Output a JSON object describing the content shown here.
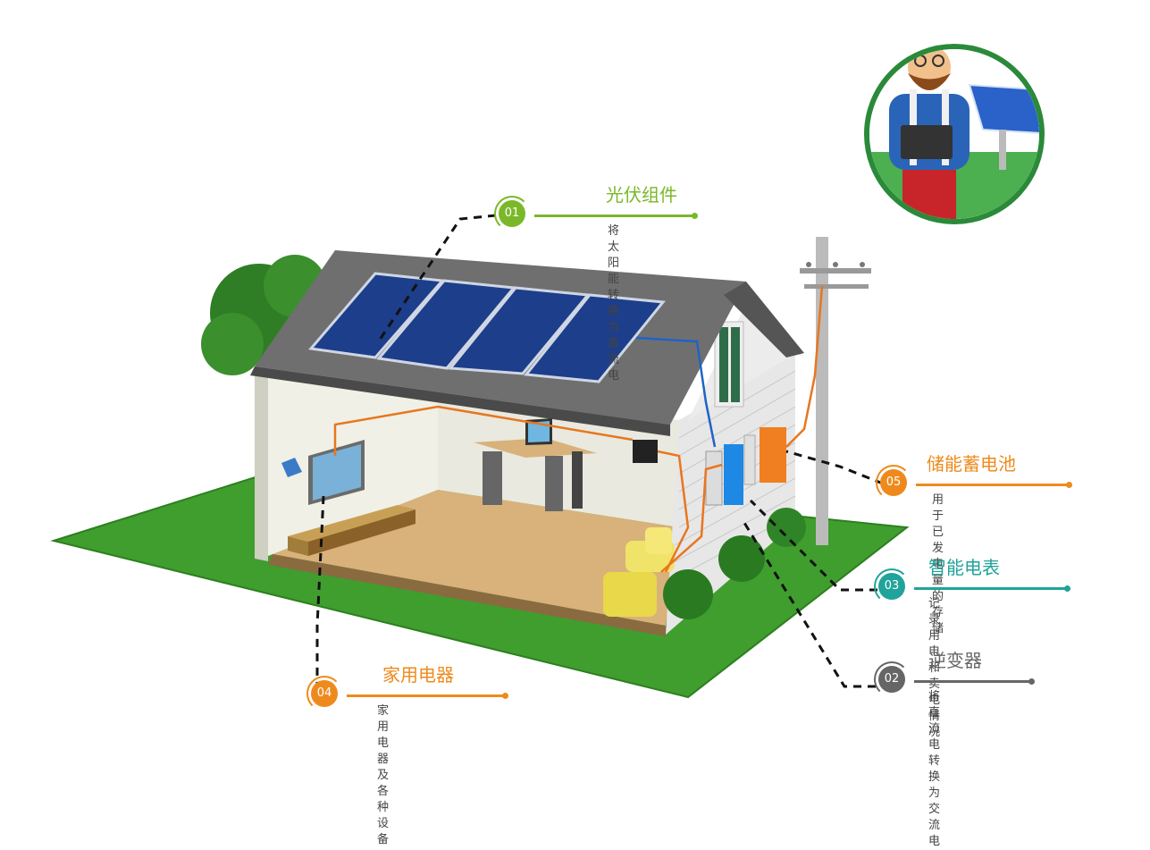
{
  "colors": {
    "green": "#7ab829",
    "orange": "#ee8a1d",
    "teal": "#20a39a",
    "gray": "#666666",
    "lawn": "#3a9a2c",
    "panel": "#1d3e8a"
  },
  "callouts": [
    {
      "number": "01",
      "title": "光伏组件",
      "desc": "将太阳能转换\n为直流电",
      "color": "green"
    },
    {
      "number": "05",
      "title": "储能蓄电池",
      "desc": "用于已发电量的存储",
      "color": "orange"
    },
    {
      "number": "03",
      "title": "智能电表",
      "desc": "记录用电和卖电情况",
      "color": "teal"
    },
    {
      "number": "02",
      "title": "逆变器",
      "desc": "将直流电转换\n为交流电",
      "color": "gray"
    },
    {
      "number": "04",
      "title": "家用电器",
      "desc": "家用电器及各种设备",
      "color": "orange"
    }
  ],
  "icons": [
    "engineer-icon",
    "solar-panel-icon",
    "house-illustration",
    "utility-pole-icon"
  ]
}
